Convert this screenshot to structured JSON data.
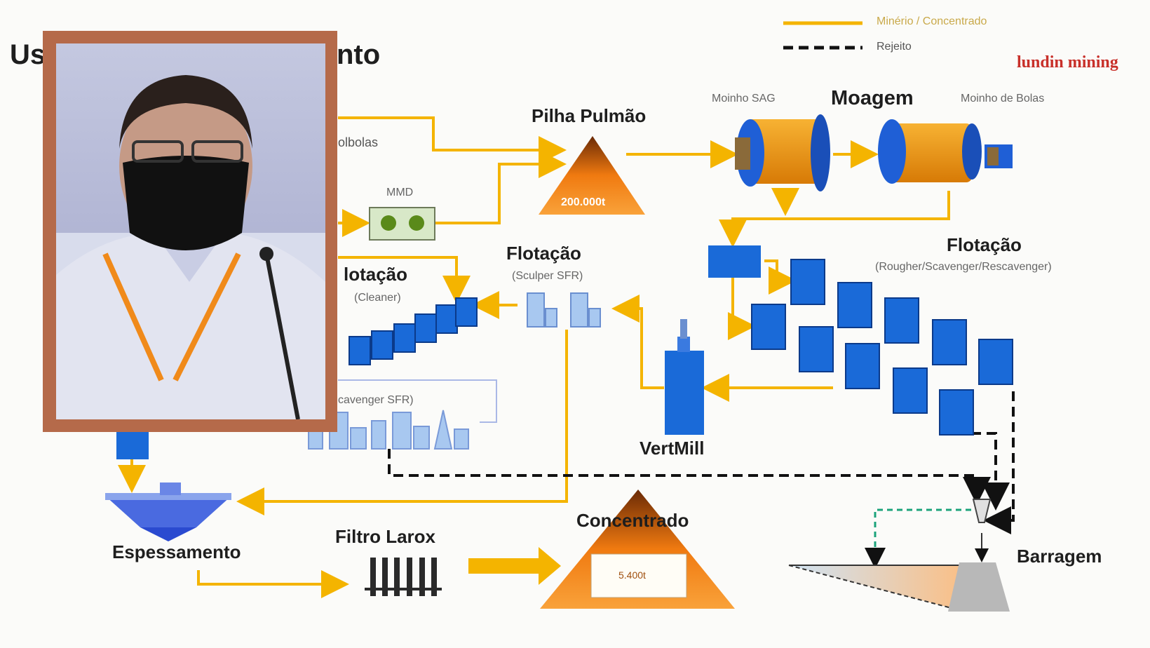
{
  "slide": {
    "title_left": "Us",
    "title_right": "nto",
    "brand": "lundin mining",
    "brand_color": "#c8302a"
  },
  "legend": {
    "line1_label": "Minério / Concentrado",
    "line2_label": "Rejeito",
    "line1_color": "#f4b400",
    "line2_color": "#111111"
  },
  "nodes": {
    "pilha": {
      "title": "Pilha Pulmão",
      "capacity": "200.000t"
    },
    "moagem": {
      "title": "Moagem",
      "sag": "Moinho SAG",
      "bolas": "Moinho de Bolas"
    },
    "bolas_partial": "olbolas",
    "mmd": "MMD",
    "flot_cleaner": {
      "title": "lotação",
      "sub": "(Cleaner)"
    },
    "flot_sculper": {
      "title": "Flotação",
      "sub": "(Sculper SFR)"
    },
    "flot_rougher": {
      "title": "Flotação",
      "sub": "(Rougher/Scavenger/Rescavenger)"
    },
    "scav": "cavenger SFR)",
    "vertmill": "VertMill",
    "espessamento": "Espessamento",
    "filtro": "Filtro Larox",
    "concentrado": {
      "title": "Concentrado",
      "box": "5.400t"
    },
    "barragem": "Barragem"
  },
  "webcam": {
    "frame_color": "#b56a4a"
  }
}
